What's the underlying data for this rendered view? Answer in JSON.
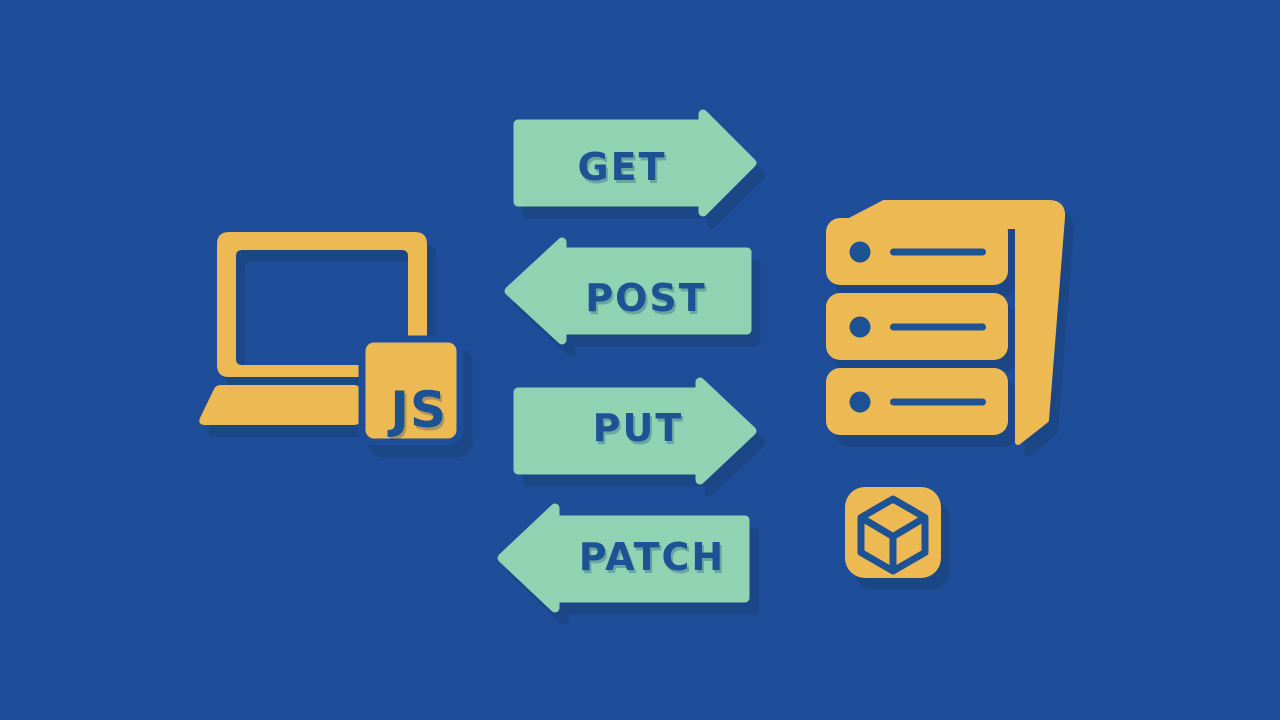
{
  "colors": {
    "background": "#1E4E99",
    "arrow_green": "#90D2B2",
    "icon_yellow": "#EDB952",
    "detail_blue": "#1D5294",
    "shadow_blue": "#1B4787"
  },
  "client": {
    "icon": "laptop-icon",
    "badge_label": "JS"
  },
  "server": {
    "icon": "server-rack-icon",
    "unit_count": 3
  },
  "package": {
    "icon": "cube-package-icon"
  },
  "arrows": [
    {
      "label": "GET",
      "direction": "right"
    },
    {
      "label": "POST",
      "direction": "left"
    },
    {
      "label": "PUT",
      "direction": "right"
    },
    {
      "label": "PATCH",
      "direction": "left"
    }
  ]
}
